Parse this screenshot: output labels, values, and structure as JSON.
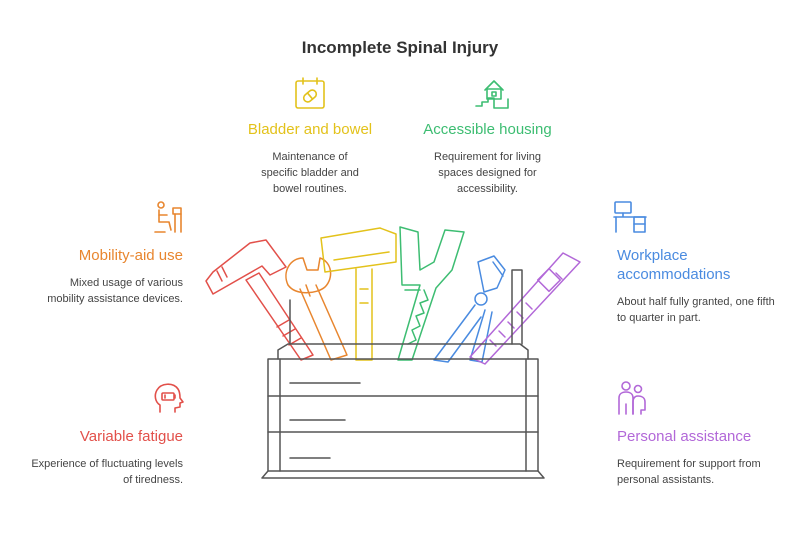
{
  "title": "Incomplete Spinal Injury",
  "items": [
    {
      "id": "bladder",
      "heading": "Bladder and bowel",
      "description": "Maintenance of specific bladder and bowel routines.",
      "color": "#e3c21b",
      "icon": "pill-calendar-icon"
    },
    {
      "id": "housing",
      "heading": "Accessible housing",
      "description": "Requirement for living spaces designed for accessibility.",
      "color": "#3dbd72",
      "icon": "house-stairs-icon"
    },
    {
      "id": "mobility",
      "heading": "Mobility-aid use",
      "description": "Mixed usage of various mobility assistance devices.",
      "color": "#e8862f",
      "icon": "mobility-aid-icon"
    },
    {
      "id": "workplace",
      "heading": "Workplace accommodations",
      "description": "About half fully granted, one fifth to quarter in part.",
      "color": "#4a8be0",
      "icon": "desk-icon"
    },
    {
      "id": "fatigue",
      "heading": "Variable fatigue",
      "description": "Experience of fluctuating levels of tiredness.",
      "color": "#e2504a",
      "icon": "low-battery-head-icon"
    },
    {
      "id": "assistance",
      "heading": "Personal assistance",
      "description": "Requirement for support from personal assistants.",
      "color": "#b268d8",
      "icon": "two-people-icon"
    }
  ]
}
